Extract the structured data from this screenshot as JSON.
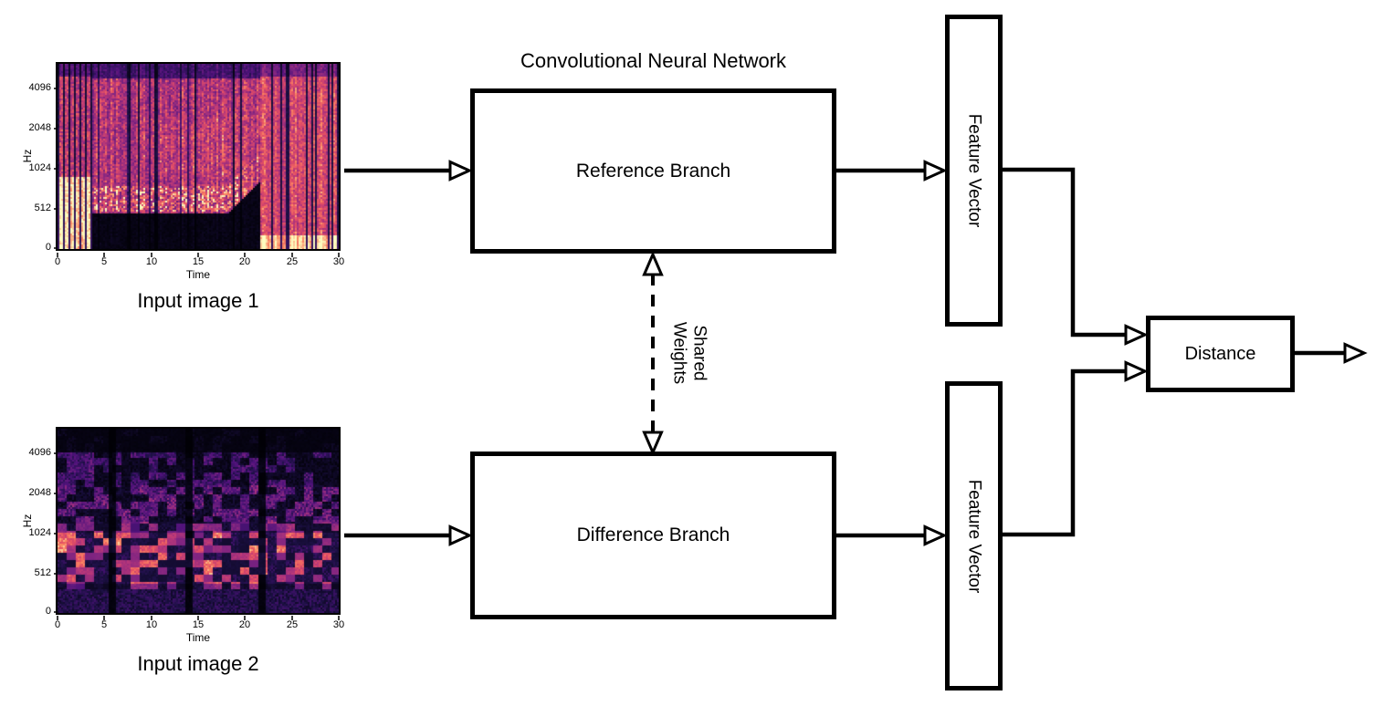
{
  "title": "Convolutional Neural Network",
  "nodes": {
    "reference_branch": {
      "label": "Reference Branch"
    },
    "difference_branch": {
      "label": "Difference Branch"
    },
    "feature_vector_top": {
      "label": "Feature Vector"
    },
    "feature_vector_bottom": {
      "label": "Feature Vector"
    },
    "distance": {
      "label": "Distance"
    },
    "shared_weights": {
      "line1": "Shared",
      "line2": "Weights"
    }
  },
  "spectrogram1": {
    "caption": "Input image 1",
    "xlabel": "Time",
    "ylabel": "Hz",
    "yticks": [
      "4096",
      "2048",
      "1024",
      "512",
      "0"
    ],
    "xticks": [
      "0",
      "5",
      "10",
      "15",
      "20",
      "25",
      "30"
    ]
  },
  "spectrogram2": {
    "caption": "Input image 2",
    "xlabel": "Time",
    "ylabel": "Hz",
    "yticks": [
      "4096",
      "2048",
      "1024",
      "512",
      "0"
    ],
    "xticks": [
      "0",
      "5",
      "10",
      "15",
      "20",
      "25",
      "30"
    ]
  },
  "colors": {
    "line": "#000000",
    "background": "#ffffff",
    "colormap": "magma",
    "palette": [
      "#000004",
      "#1c1044",
      "#4f127b",
      "#812581",
      "#b5367a",
      "#e55064",
      "#fb8761",
      "#fcfdbf"
    ]
  }
}
